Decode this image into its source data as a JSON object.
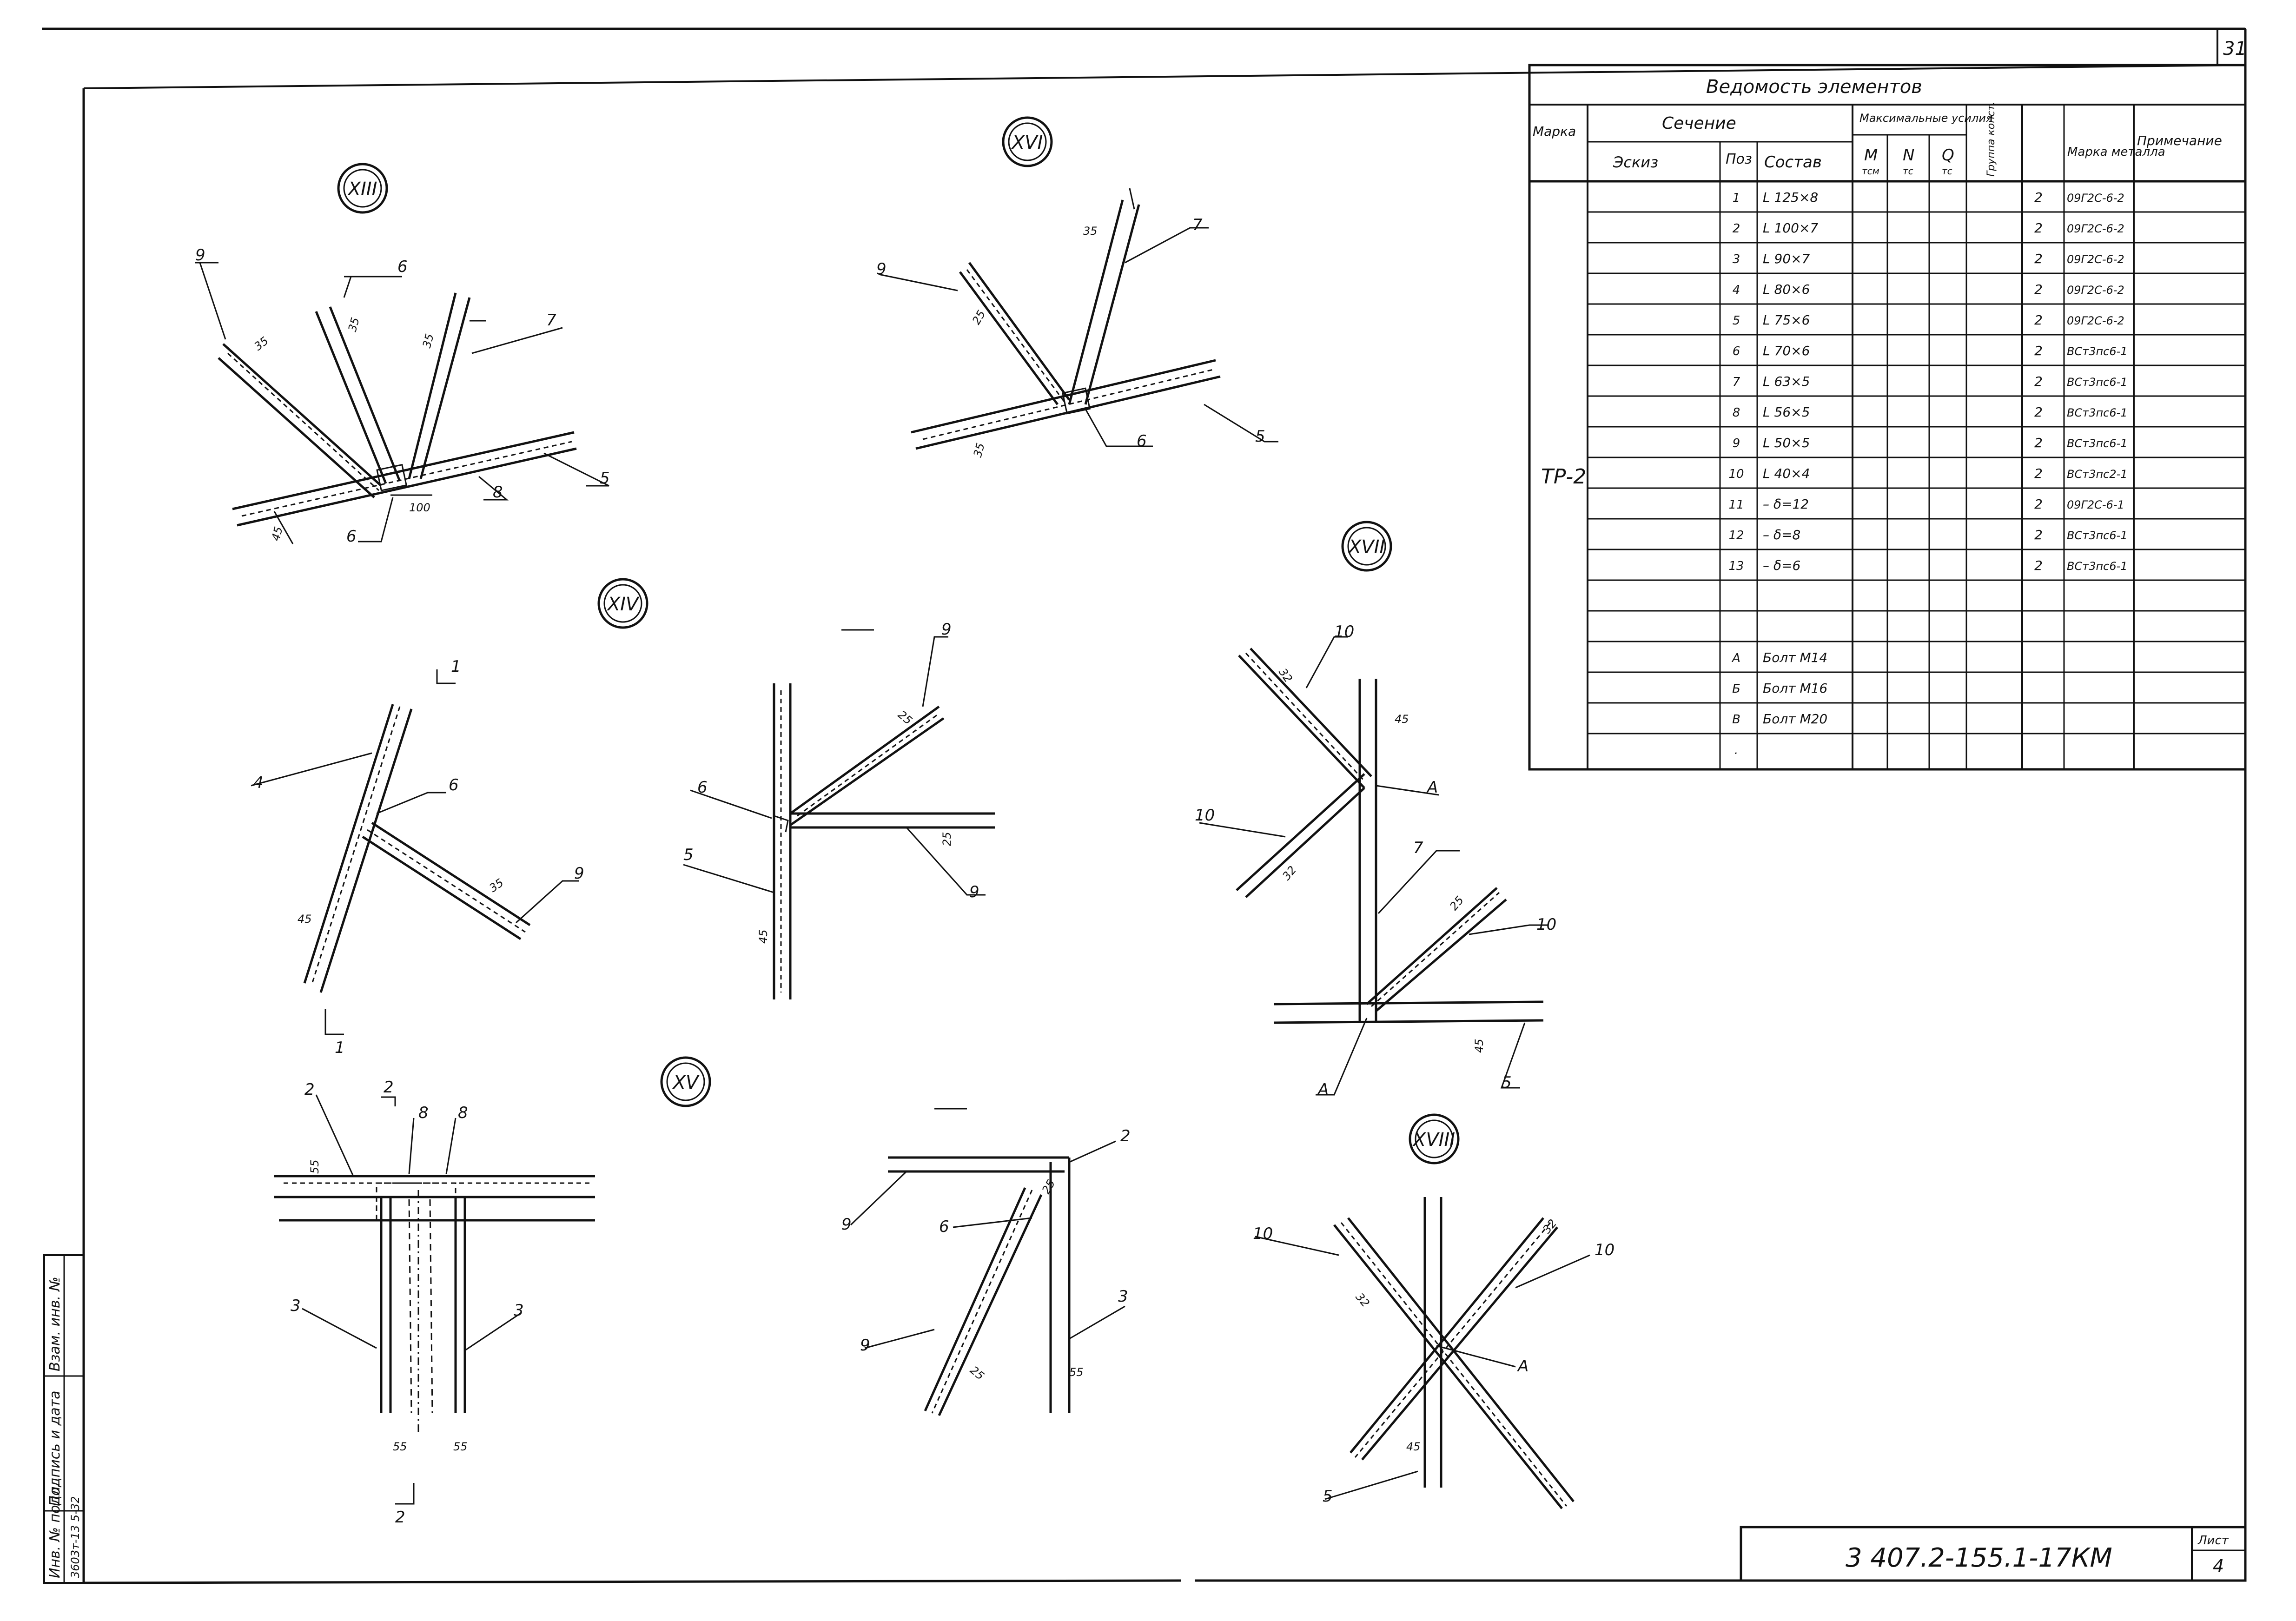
{
  "sheet": {
    "sheet_number": "31",
    "doc_code": "3 407.2-155.1-17КМ",
    "list_label": "Лист",
    "list_number": "4",
    "side_stamp": [
      "Инв. № подл.",
      "Подпись и дата",
      "Взам. инв. №"
    ],
    "side_stamp_value": "3603т-13  5-32"
  },
  "table": {
    "title": "Ведомость   элементов",
    "headers": {
      "marka": "Марка",
      "section": "Сечение",
      "sketch": "Эскиз",
      "pos": "Поз",
      "composition": "Состав",
      "max_forces": "Максимальные усилия",
      "m": "M",
      "m_unit": "тсм",
      "n": "N",
      "n_unit": "тс",
      "q": "Q",
      "q_unit": "тс",
      "group": "Группа конст.",
      "steel": "Марка металла",
      "note": "Примечание"
    },
    "mark_value": "ТР-2",
    "rows": [
      {
        "pos": "1",
        "comp": "L 125×8",
        "group": "2",
        "steel": "09Г2С-6-2"
      },
      {
        "pos": "2",
        "comp": "L 100×7",
        "group": "2",
        "steel": "09Г2С-6-2"
      },
      {
        "pos": "3",
        "comp": "L 90×7",
        "group": "2",
        "steel": "09Г2С-6-2"
      },
      {
        "pos": "4",
        "comp": "L 80×6",
        "group": "2",
        "steel": "09Г2С-6-2"
      },
      {
        "pos": "5",
        "comp": "L 75×6",
        "group": "2",
        "steel": "09Г2С-6-2"
      },
      {
        "pos": "6",
        "comp": "L 70×6",
        "group": "2",
        "steel": "ВСт3пс6-1"
      },
      {
        "pos": "7",
        "comp": "L 63×5",
        "group": "2",
        "steel": "ВСт3пс6-1"
      },
      {
        "pos": "8",
        "comp": "L 56×5",
        "group": "2",
        "steel": "ВСт3пс6-1"
      },
      {
        "pos": "9",
        "comp": "L 50×5",
        "group": "2",
        "steel": "ВСт3пс6-1"
      },
      {
        "pos": "10",
        "comp": "L 40×4",
        "group": "2",
        "steel": "ВСт3пс2-1"
      },
      {
        "pos": "11",
        "comp": "– δ=12",
        "group": "2",
        "steel": "09Г2С-6-1"
      },
      {
        "pos": "12",
        "comp": "– δ=8",
        "group": "2",
        "steel": "ВСт3пс6-1"
      },
      {
        "pos": "13",
        "comp": "– δ=6",
        "group": "2",
        "steel": "ВСт3пс6-1"
      },
      {
        "pos": "",
        "comp": "",
        "group": "",
        "steel": ""
      },
      {
        "pos": "",
        "comp": "",
        "group": "",
        "steel": ""
      },
      {
        "pos": "А",
        "comp": "Болт М14",
        "group": "",
        "steel": ""
      },
      {
        "pos": "Б",
        "comp": "Болт М16",
        "group": "",
        "steel": ""
      },
      {
        "pos": "В",
        "comp": "Болт М20",
        "group": "",
        "steel": ""
      },
      {
        "pos": ".",
        "comp": "",
        "group": "",
        "steel": ""
      }
    ]
  },
  "nodes": {
    "n13": {
      "title": "XIII",
      "labels": [
        "9",
        "6",
        "7",
        "5",
        "8",
        "6"
      ],
      "dims": [
        "35",
        "35",
        "35",
        "100",
        "45"
      ]
    },
    "n16": {
      "title": "XVI",
      "labels": [
        "9",
        "7",
        "5",
        "6"
      ],
      "dims": [
        "35",
        "25",
        "35"
      ]
    },
    "n14": {
      "title": "XIV",
      "labels": [
        "4",
        "6",
        "9",
        "1",
        "1"
      ],
      "dims": [
        "45",
        "35"
      ]
    },
    "s11": {
      "title": "1-1",
      "labels": [
        "9",
        "6",
        "5",
        "9"
      ],
      "dims": [
        "25",
        "25",
        "45"
      ]
    },
    "n17": {
      "title": "XVII",
      "labels": [
        "10",
        "10",
        "10",
        "А",
        "7",
        "А",
        "5"
      ],
      "dims": [
        "32",
        "32",
        "45",
        "25",
        "45"
      ]
    },
    "n15": {
      "title": "XV",
      "labels": [
        "2",
        "2",
        "8",
        "8",
        "3",
        "3",
        "2"
      ],
      "dims": [
        "55",
        "55",
        "55"
      ]
    },
    "s22": {
      "title": "2-2",
      "labels": [
        "2",
        "9",
        "6",
        "9",
        "3"
      ],
      "dims": [
        "25",
        "25",
        "55"
      ]
    },
    "n18": {
      "title": "XVIII",
      "labels": [
        "10",
        "10",
        "А",
        "5"
      ],
      "dims": [
        "32",
        "32",
        "45"
      ]
    }
  }
}
